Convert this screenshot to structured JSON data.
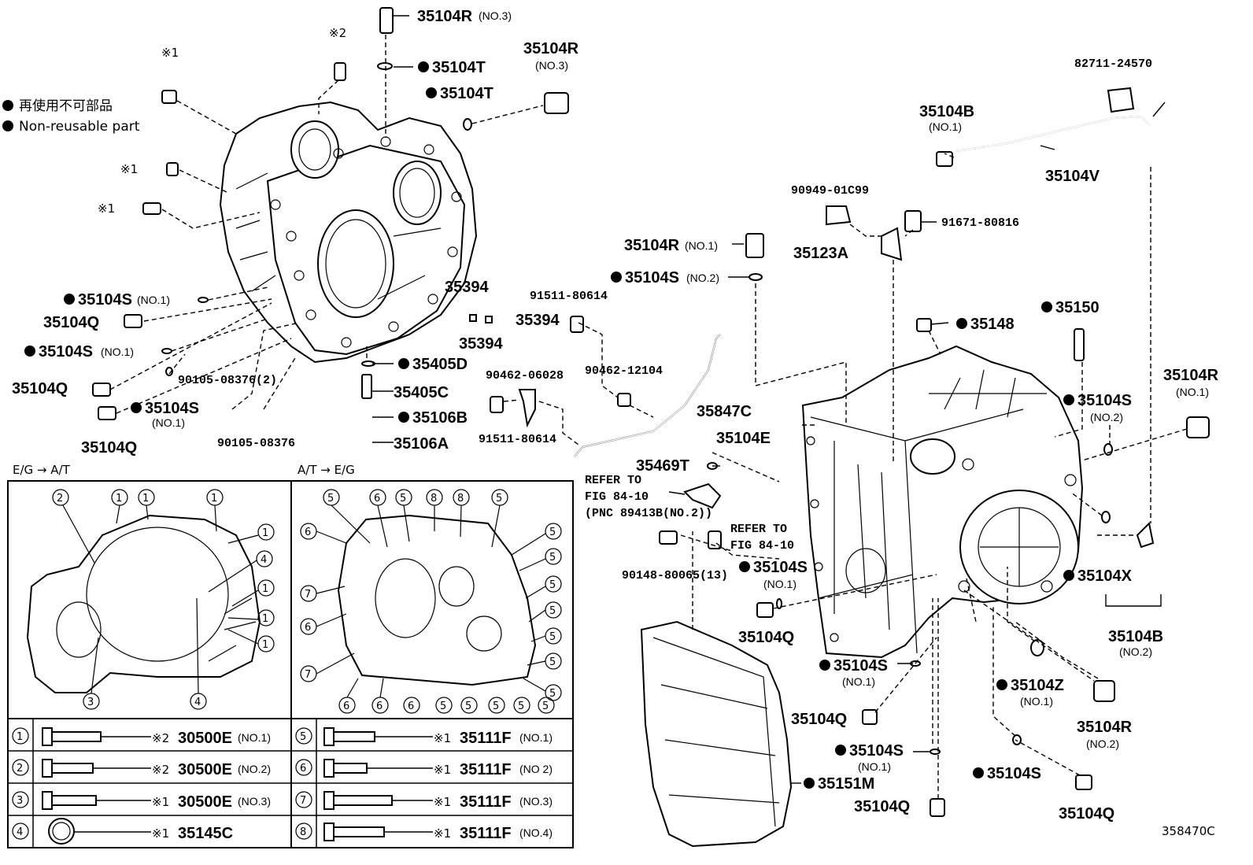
{
  "legend": {
    "jp": "再使用不可部品",
    "en": "Non-reusable part"
  },
  "inset": {
    "left_header": "E/G → A/T",
    "right_header": "A/T → E/G"
  },
  "bolt_table": [
    {
      "n": "1",
      "mark": "※2",
      "pn": "30500E",
      "sub": "(NO.1)"
    },
    {
      "n": "2",
      "mark": "※2",
      "pn": "30500E",
      "sub": "(NO.2)"
    },
    {
      "n": "3",
      "mark": "※1",
      "pn": "30500E",
      "sub": "(NO.3)"
    },
    {
      "n": "4",
      "mark": "※1",
      "pn": "35145C",
      "sub": ""
    },
    {
      "n": "5",
      "mark": "※1",
      "pn": "35111F",
      "sub": "(NO.1)"
    },
    {
      "n": "6",
      "mark": "※1",
      "pn": "35111F",
      "sub": "(NO 2)"
    },
    {
      "n": "7",
      "mark": "※1",
      "pn": "35111F",
      "sub": "(NO.3)"
    },
    {
      "n": "8",
      "mark": "※1",
      "pn": "35111F",
      "sub": "(NO.4)"
    }
  ],
  "marks": {
    "m1": "※1",
    "m2": "※2"
  },
  "labels": {
    "p35104R_no3_top": "35104R",
    "p35104R_no3_top_sub": "(NO.3)",
    "p35104T_a": "35104T",
    "p35104T_b": "35104T",
    "p35104R_no3_b": "35104R",
    "p35104R_no3_b_sub": "(NO.3)",
    "p82711": "82711-24570",
    "p35104B_no1": "35104B",
    "p35104B_no1_sub": "(NO.1)",
    "p35104V": "35104V",
    "p90949": "90949-01C99",
    "p91671": "91671-80816",
    "p35123A": "35123A",
    "p35104R_no1": "35104R",
    "p35104R_no1_sub": "(NO.1)",
    "p35104S_no2": "35104S",
    "p35104S_no2_sub": "(NO.2)",
    "p35394_a": "35394",
    "p35394_b": "35394",
    "p35394_c": "35394",
    "p91511_a": "91511-80614",
    "p35104S_no1_a": "35104S",
    "p35104S_no1_a_sub": "(NO.1)",
    "p35104Q_a": "35104Q",
    "p35104S_no1_b": "35104S",
    "p35104S_no1_b_sub": "(NO.1)",
    "p35405D": "35405D",
    "p35104Q_b": "35104Q",
    "p90105_2": "90105-08376(2)",
    "p35405C": "35405C",
    "p35104S_no1_c": "35104S",
    "p35104S_no1_c_sub": "(NO.1)",
    "p35106B": "35106B",
    "p35104Q_c": "35104Q",
    "p90105": "90105-08376",
    "p35106A": "35106A",
    "p90462_06028": "90462-06028",
    "p90462_12104": "90462-12104",
    "p91511_b": "91511-80614",
    "p35847C": "35847C",
    "p35148": "35148",
    "p35150": "35150",
    "p35104R_no1_r": "35104R",
    "p35104R_no1_r_sub": "(NO.1)",
    "p35104S_no2_r": "35104S",
    "p35104S_no2_r_sub": "(NO.2)",
    "p35104E": "35104E",
    "p35469T": "35469T",
    "refer1": "REFER TO",
    "refer1b": "FIG 84-10",
    "refer1c": "(PNC 89413B(NO.2))",
    "refer2": "REFER TO",
    "refer2b": "FIG 84-10",
    "p90148": "90148-80065(13)",
    "p35104S_no1_d": "35104S",
    "p35104S_no1_d_sub": "(NO.1)",
    "p35104Q_d": "35104Q",
    "p35104X": "35104X",
    "p35104B_no2": "35104B",
    "p35104B_no2_sub": "(NO.2)",
    "p35104S_no1_e": "35104S",
    "p35104S_no1_e_sub": "(NO.1)",
    "p35104Z": "35104Z",
    "p35104Z_sub": "(NO.1)",
    "p35104Q_e": "35104Q",
    "p35104R_no2": "35104R",
    "p35104R_no2_sub": "(NO.2)",
    "p35104S_no1_f": "35104S",
    "p35104S_no1_f_sub": "(NO.1)",
    "p35104S_g": "35104S",
    "p35151M": "35151M",
    "p35104Q_f": "35104Q",
    "p35104Q_g": "35104Q",
    "fig_code": "358470C"
  },
  "inset_left_callouts": [
    "2",
    "1",
    "1",
    "1",
    "1",
    "4",
    "1",
    "1",
    "1",
    "3",
    "4"
  ],
  "inset_right_callouts": [
    "5",
    "6",
    "5",
    "8",
    "8",
    "5",
    "6",
    "5",
    "5",
    "7",
    "5",
    "6",
    "5",
    "5",
    "5",
    "7",
    "5",
    "6",
    "6",
    "6",
    "5",
    "5",
    "5",
    "5",
    "5"
  ]
}
